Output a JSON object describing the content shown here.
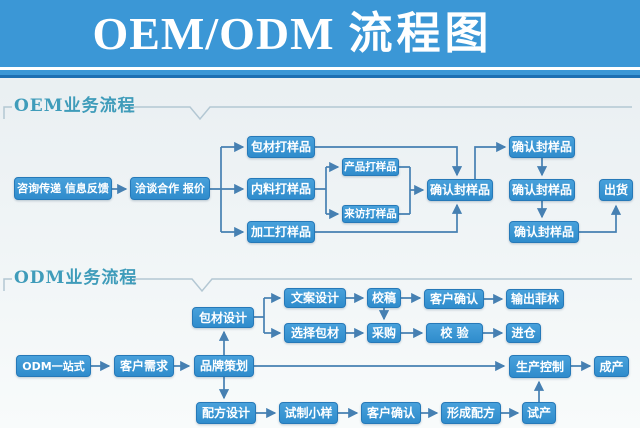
{
  "header": {
    "title_latin": "OEM/ODM",
    "title_cn": "流程图"
  },
  "sections": {
    "oem": {
      "label": "OEM业务流程",
      "nodes": [
        {
          "id": "consult",
          "label": "咨询传递 信息反馈"
        },
        {
          "id": "negotiate",
          "label": "洽谈合作 报价"
        },
        {
          "id": "packaging-sample",
          "label": "包材打样品"
        },
        {
          "id": "inner-material-sample",
          "label": "内料打样品"
        },
        {
          "id": "processing-sample",
          "label": "加工打样品"
        },
        {
          "id": "product-sample",
          "label": "产品打样品"
        },
        {
          "id": "visit-sample",
          "label": "来访打样品"
        },
        {
          "id": "confirm-seal-sample-main",
          "label": "确认封样品"
        },
        {
          "id": "confirm-seal-sample-top",
          "label": "确认封样品"
        },
        {
          "id": "confirm-seal-sample-mid",
          "label": "确认封样品"
        },
        {
          "id": "confirm-seal-sample-bot",
          "label": "确认封样品"
        },
        {
          "id": "ship",
          "label": "出货"
        }
      ]
    },
    "odm": {
      "label": "ODM业务流程",
      "nodes": [
        {
          "id": "packaging-design",
          "label": "包材设计"
        },
        {
          "id": "copy-design",
          "label": "文案设计"
        },
        {
          "id": "proofread",
          "label": "校稿"
        },
        {
          "id": "choose-packaging",
          "label": "选择包材"
        },
        {
          "id": "purchase",
          "label": "采购"
        },
        {
          "id": "client-confirm-1",
          "label": "客户确认"
        },
        {
          "id": "output-film",
          "label": "输出菲林"
        },
        {
          "id": "inspection",
          "label": "校  验"
        },
        {
          "id": "warehouse",
          "label": "进仓"
        },
        {
          "id": "odm-one-stop",
          "label": "ODM一站式"
        },
        {
          "id": "client-needs",
          "label": "客户需求"
        },
        {
          "id": "brand-planning",
          "label": "品牌策划"
        },
        {
          "id": "production-control",
          "label": "生产控制"
        },
        {
          "id": "finished-product",
          "label": "成产"
        },
        {
          "id": "formula-design",
          "label": "配方设计"
        },
        {
          "id": "trial-sample",
          "label": "试制小样"
        },
        {
          "id": "client-confirm-2",
          "label": "客户确认"
        },
        {
          "id": "form-formula",
          "label": "形成配方"
        },
        {
          "id": "trial-production",
          "label": "试产"
        }
      ]
    }
  },
  "colors": {
    "header_background": "#3b97d6",
    "header_underline": "#1d6fb2",
    "node_fill": "#3494d4",
    "node_text": "#ffffff",
    "connector": "#4680b2",
    "section_label": "#3f9cba",
    "bracket_line": "#b3c7d3",
    "page_background": "#eef2f4"
  }
}
